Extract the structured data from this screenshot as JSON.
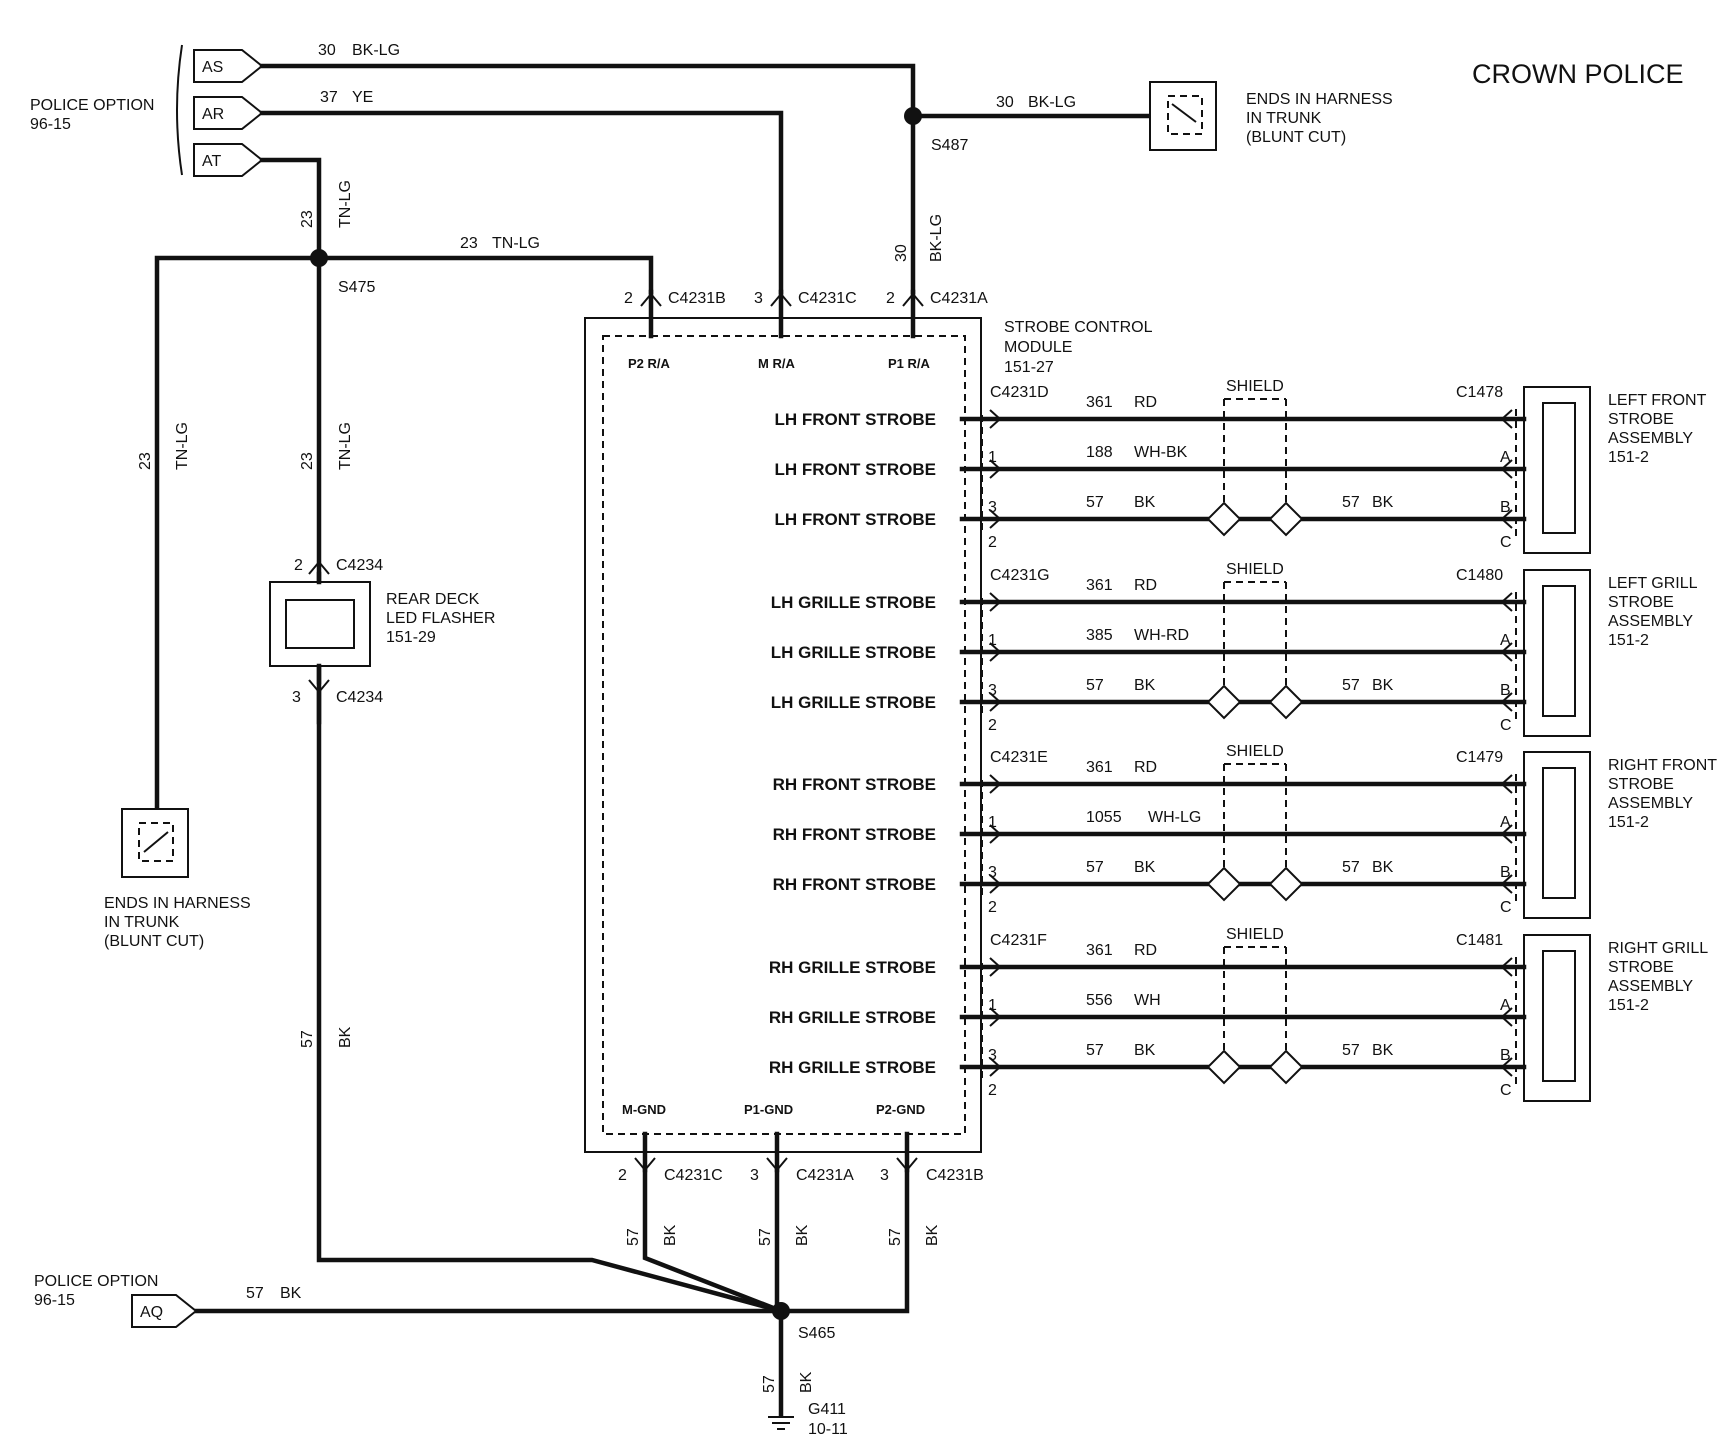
{
  "title": "CROWN POLICE",
  "police_option_top": {
    "line1": "POLICE OPTION",
    "line2": "96-15",
    "conn_as": "AS",
    "conn_ar": "AR",
    "conn_at": "AT"
  },
  "police_option_bottom": {
    "line1": "POLICE OPTION",
    "line2": "96-15",
    "conn_aq": "AQ"
  },
  "wires": {
    "as_circuit": "30",
    "as_color": "BK-LG",
    "ar_circuit": "37",
    "ar_color": "YE",
    "trunk_circuit": "30",
    "trunk_color": "BK-LG",
    "at_circuit": "23",
    "at_color": "TN-LG",
    "c4231b_circuit": "23",
    "c4231b_color": "TN-LG",
    "c4231a_circuit": "30",
    "c4231a_color": "BK-LG",
    "left_circuit": "23",
    "left_color": "TN-LG",
    "flasher_circuit": "23",
    "flasher_color": "TN-LG",
    "ground_circuit": "57",
    "ground_color": "BK",
    "aq_circuit": "57",
    "aq_color": "BK",
    "mgnd_circuit": "57",
    "mgnd_color": "BK",
    "p1gnd_circuit": "57",
    "p1gnd_color": "BK",
    "p2gnd_circuit": "57",
    "p2gnd_color": "BK",
    "g411_circuit": "57",
    "g411_color": "BK"
  },
  "splices": {
    "s487": "S487",
    "s475": "S475",
    "s465": "S465"
  },
  "trunk_end_right": {
    "line1": "ENDS IN HARNESS",
    "line2": "IN TRUNK",
    "line3": "(BLUNT CUT)"
  },
  "trunk_end_left": {
    "line1": "ENDS IN HARNESS",
    "line2": "IN TRUNK",
    "line3": "(BLUNT CUT)"
  },
  "flasher": {
    "line1": "REAR DECK",
    "line2": "LED FLASHER",
    "line3": "151-29",
    "top_pin": "2",
    "top_conn": "C4234",
    "bottom_pin": "3",
    "bottom_conn": "C4234"
  },
  "module": {
    "line1": "STROBE   CONTROL",
    "line2": "MODULE",
    "line3": "151-27",
    "top_pins": [
      {
        "pin": "2",
        "conn": "C4231B",
        "label": "P2 R/A"
      },
      {
        "pin": "3",
        "conn": "C4231C",
        "label": "M R/A"
      },
      {
        "pin": "2",
        "conn": "C4231A",
        "label": "P1 R/A"
      }
    ],
    "bottom_pins": [
      {
        "pin": "2",
        "conn": "C4231C",
        "label": "M-GND"
      },
      {
        "pin": "3",
        "conn": "C4231A",
        "label": "P1-GND"
      },
      {
        "pin": "3",
        "conn": "C4231B",
        "label": "P2-GND"
      }
    ]
  },
  "strobe_groups": [
    {
      "module_conn": "C4231D",
      "lamp_conn": "C1478",
      "shield": "SHIELD",
      "assembly": [
        "LEFT FRONT",
        "STROBE",
        "ASSEMBLY",
        "151-2"
      ],
      "rows": [
        {
          "label": "LH FRONT STROBE",
          "pin": "",
          "circuit": "361",
          "color": "RD",
          "lamp_pin": ""
        },
        {
          "label": "LH FRONT STROBE",
          "pin": "1",
          "circuit": "188",
          "color": "WH-BK",
          "lamp_pin": "A"
        },
        {
          "label": "LH FRONT STROBE",
          "pin": "3",
          "circuit": "57",
          "color": "BK",
          "lamp_pin": "B",
          "circuit2": "57",
          "color2": "BK"
        }
      ],
      "last_pin": "2",
      "lamp_last": "C"
    },
    {
      "module_conn": "C4231G",
      "lamp_conn": "C1480",
      "shield": "SHIELD",
      "assembly": [
        "LEFT GRILL",
        "STROBE",
        "ASSEMBLY",
        "151-2"
      ],
      "rows": [
        {
          "label": "LH GRILLE STROBE",
          "pin": "",
          "circuit": "361",
          "color": "RD",
          "lamp_pin": ""
        },
        {
          "label": "LH GRILLE STROBE",
          "pin": "1",
          "circuit": "385",
          "color": "WH-RD",
          "lamp_pin": "A"
        },
        {
          "label": "LH GRILLE STROBE",
          "pin": "3",
          "circuit": "57",
          "color": "BK",
          "lamp_pin": "B",
          "circuit2": "57",
          "color2": "BK"
        }
      ],
      "last_pin": "2",
      "lamp_last": "C"
    },
    {
      "module_conn": "C4231E",
      "lamp_conn": "C1479",
      "shield": "SHIELD",
      "assembly": [
        "RIGHT FRONT",
        "STROBE",
        "ASSEMBLY",
        "151-2"
      ],
      "rows": [
        {
          "label": "RH FRONT STROBE",
          "pin": "",
          "circuit": "361",
          "color": "RD",
          "lamp_pin": ""
        },
        {
          "label": "RH FRONT STROBE",
          "pin": "1",
          "circuit": "1055",
          "color": "WH-LG",
          "lamp_pin": "A"
        },
        {
          "label": "RH FRONT STROBE",
          "pin": "3",
          "circuit": "57",
          "color": "BK",
          "lamp_pin": "B",
          "circuit2": "57",
          "color2": "BK"
        }
      ],
      "last_pin": "2",
      "lamp_last": "C"
    },
    {
      "module_conn": "C4231F",
      "lamp_conn": "C1481",
      "shield": "SHIELD",
      "assembly": [
        "RIGHT GRILL",
        "STROBE",
        "ASSEMBLY",
        "151-2"
      ],
      "rows": [
        {
          "label": "RH GRILLE STROBE",
          "pin": "",
          "circuit": "361",
          "color": "RD",
          "lamp_pin": ""
        },
        {
          "label": "RH GRILLE STROBE",
          "pin": "1",
          "circuit": "556",
          "color": "WH",
          "lamp_pin": "A"
        },
        {
          "label": "RH GRILLE STROBE",
          "pin": "3",
          "circuit": "57",
          "color": "BK",
          "lamp_pin": "B",
          "circuit2": "57",
          "color2": "BK"
        }
      ],
      "last_pin": "2",
      "lamp_last": "C"
    }
  ],
  "ground": {
    "label": "G411",
    "ref": "10-11"
  }
}
